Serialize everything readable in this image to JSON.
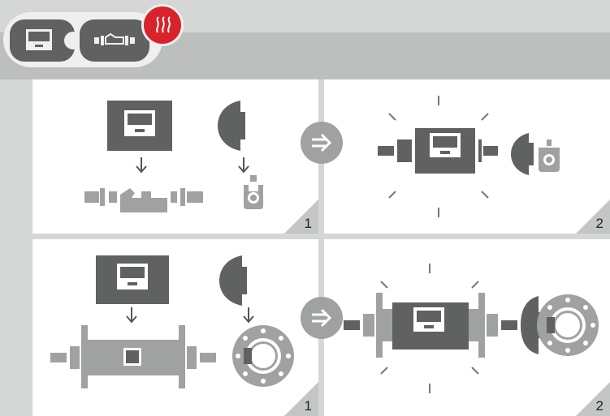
{
  "header": {
    "badge_icons": [
      "calculator-module-icon",
      "connector-icon",
      "meter-body-icon",
      "heating-icon"
    ]
  },
  "steps": {
    "row1": {
      "left_label": "1",
      "right_label": "2"
    },
    "row2": {
      "left_label": "1",
      "right_label": "2"
    }
  },
  "colors": {
    "dark": "#5f6261",
    "mid": "#9fa2a1",
    "light": "#c3c6c5",
    "accent": "#d8232a"
  }
}
